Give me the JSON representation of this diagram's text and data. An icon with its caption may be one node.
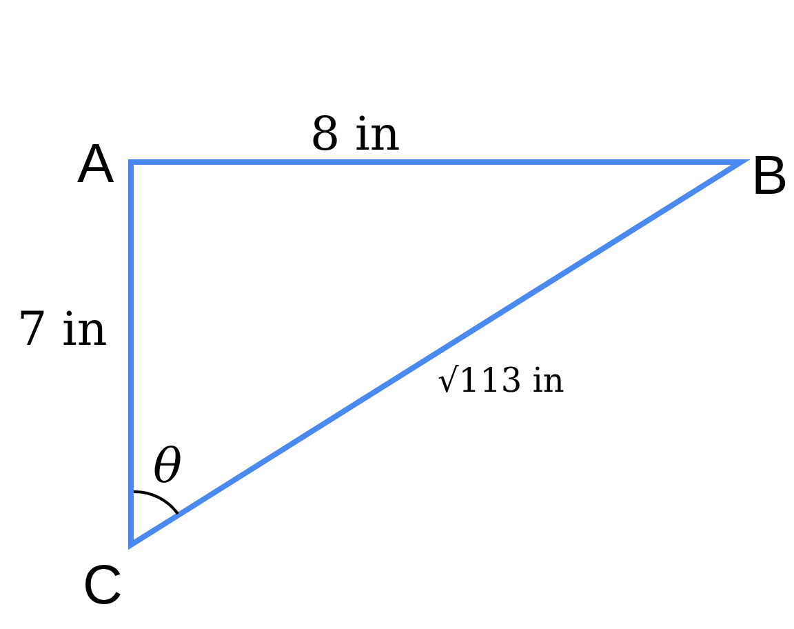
{
  "diagram": {
    "labels": [
      "A",
      "8 in",
      "B",
      "7 in",
      "√113 in",
      "θ",
      "C"
    ]
  }
}
